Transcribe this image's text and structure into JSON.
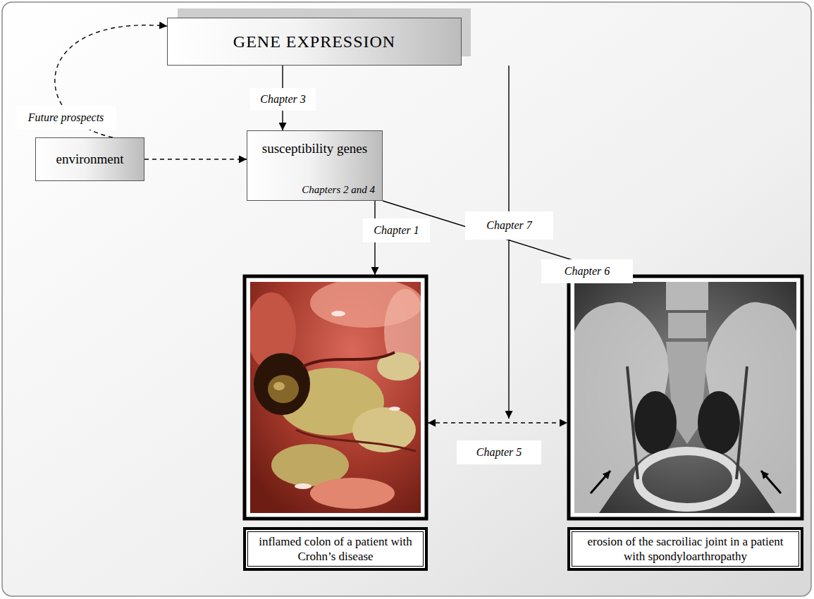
{
  "diagram": {
    "nodes": [
      {
        "text": [
          "GENE EXPRESSION"
        ]
      },
      {
        "text": [
          "environment"
        ]
      },
      {
        "text": [
          "susceptibility genes",
          "Chapters 2 and 4"
        ]
      },
      {
        "text": [
          "inflamed colon of a patient with Crohn’s disease"
        ]
      },
      {
        "text": [
          "erosion of the sacroiliac joint in a patient with spondyloarthropathy"
        ]
      }
    ],
    "edges": [
      {
        "from": 0,
        "to": 2,
        "arrow": "to",
        "label": "Chapter 3"
      },
      {
        "from": 1,
        "to": 2,
        "arrow": "to"
      },
      {
        "from": 1,
        "to": 0,
        "arrow": "to",
        "label": "Future prospects"
      },
      {
        "from": 2,
        "to": 3,
        "arrow": "to",
        "label": "Chapter 1"
      },
      {
        "from": 2,
        "to": 4,
        "arrow": "to",
        "label": "Chapter 6"
      },
      {
        "from": 3,
        "to": 4,
        "arrow": "both",
        "label": "Chapter 5"
      }
    ],
    "labels": [
      "Chapter 7"
    ]
  }
}
